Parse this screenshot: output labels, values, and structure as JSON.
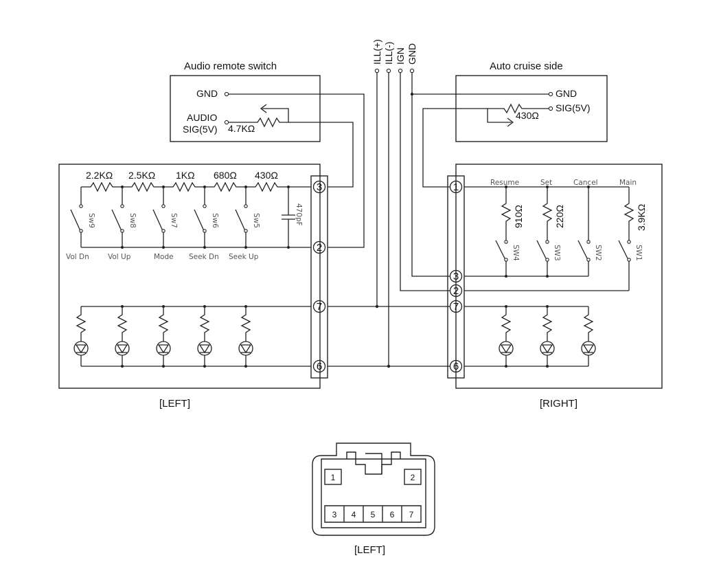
{
  "top_labels": {
    "audio_remote_switch": "Audio remote switch",
    "auto_cruise_side": "Auto cruise side"
  },
  "audio_box": {
    "gnd": "GND",
    "audio": "AUDIO",
    "sig": "SIG(5V)",
    "resistor": "4.7KΩ"
  },
  "cruise_box": {
    "gnd": "GND",
    "sig": "SIG(5V)",
    "resistor": "430Ω"
  },
  "harness_wires": [
    "ILL(+)",
    "ILL(-)",
    "IGN",
    "GND"
  ],
  "left_resistors": [
    "2.2KΩ",
    "2.5KΩ",
    "1KΩ",
    "680Ω",
    "430Ω"
  ],
  "left_switches": [
    "Sw9",
    "Sw8",
    "Sw7",
    "Sw6",
    "Sw5"
  ],
  "left_switch_names": [
    "Vol Dn",
    "Vol Up",
    "Mode",
    "Seek Dn",
    "Seek Up"
  ],
  "left_capacitor": "470pF",
  "left_pins": [
    "3",
    "2",
    "7",
    "6"
  ],
  "right_pins": [
    "1",
    "3",
    "2",
    "7",
    "6"
  ],
  "right_names": [
    "Resume",
    "Set",
    "Cancel",
    "Main"
  ],
  "right_resistors": [
    "910Ω",
    "220Ω",
    "3.9KΩ"
  ],
  "right_switches": [
    "SW4",
    "SW3",
    "SW2",
    "SW1"
  ],
  "side_labels": {
    "left": "[LEFT]",
    "right": "[RIGHT]"
  },
  "connector": {
    "top_pins": [
      "1",
      "2"
    ],
    "bottom_pins": [
      "3",
      "4",
      "5",
      "6",
      "7"
    ],
    "label": "[LEFT]"
  }
}
